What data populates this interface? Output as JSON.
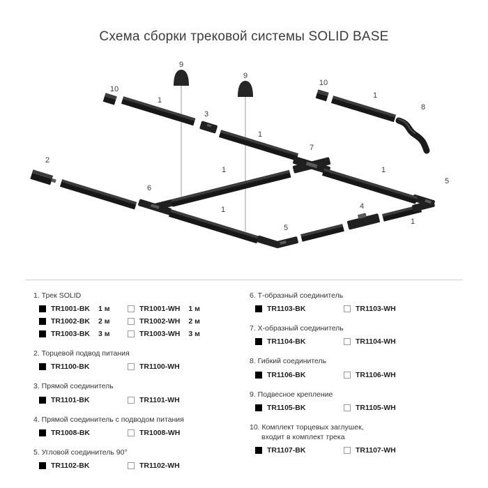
{
  "title": "Схема сборки трековой системы SOLID BASE",
  "colors": {
    "track": "#171717",
    "swatch_black": "#000000",
    "swatch_white_border": "#9a9a9a"
  },
  "diagram": {
    "labels": {
      "n10a": "10",
      "n1a": "1",
      "n9a": "9",
      "n3": "3",
      "n1b": "1",
      "n9b": "9",
      "n7": "7",
      "n10b": "10",
      "n1c": "1",
      "n8": "8",
      "n2": "2",
      "n6": "6",
      "n1d": "1",
      "n1e": "1",
      "n5b": "5",
      "n1f": "1",
      "n5a": "5",
      "n4": "4",
      "n1g": "1"
    }
  },
  "legend": {
    "left": [
      {
        "title": "1. Трек SOLID",
        "rows": [
          {
            "bk": "TR1001-BK",
            "bk_len": "1 м",
            "wh": "TR1001-WH",
            "wh_len": "1 м"
          },
          {
            "bk": "TR1002-BK",
            "bk_len": "2 м",
            "wh": "TR1002-WH",
            "wh_len": "2 м"
          },
          {
            "bk": "TR1003-BK",
            "bk_len": "3 м",
            "wh": "TR1003-WH",
            "wh_len": "3 м"
          }
        ]
      },
      {
        "title": "2. Торцевой подвод питания",
        "rows": [
          {
            "bk": "TR1100-BK",
            "wh": "TR1100-WH"
          }
        ]
      },
      {
        "title": "3. Прямой соединитель",
        "rows": [
          {
            "bk": "TR1101-BK",
            "wh": "TR1101-WH"
          }
        ]
      },
      {
        "title": "4. Прямой соединитель с подводом питания",
        "rows": [
          {
            "bk": "TR1008-BK",
            "wh": "TR1008-WH"
          }
        ]
      },
      {
        "title": "5. Угловой соединитель 90°",
        "rows": [
          {
            "bk": "TR1102-BK",
            "wh": "TR1102-WH"
          }
        ]
      }
    ],
    "right": [
      {
        "title": "6. Т-образный соединитель",
        "rows": [
          {
            "bk": "TR1103-BK",
            "wh": "TR1103-WH"
          }
        ]
      },
      {
        "title": "7. Х-образный соединитель",
        "rows": [
          {
            "bk": "TR1104-BK",
            "wh": "TR1104-WH"
          }
        ]
      },
      {
        "title": "8. Гибкий соединитель",
        "rows": [
          {
            "bk": "TR1106-BK",
            "wh": "TR1106-WH"
          }
        ]
      },
      {
        "title": "9. Подвесное крепление",
        "rows": [
          {
            "bk": "TR1105-BK",
            "wh": "TR1105-WH"
          }
        ]
      },
      {
        "title": "10. Комплект торцевых заглушек, входит в комплект трека",
        "rows": [
          {
            "bk": "TR1107-BK",
            "wh": "TR1107-WH"
          }
        ]
      }
    ]
  }
}
